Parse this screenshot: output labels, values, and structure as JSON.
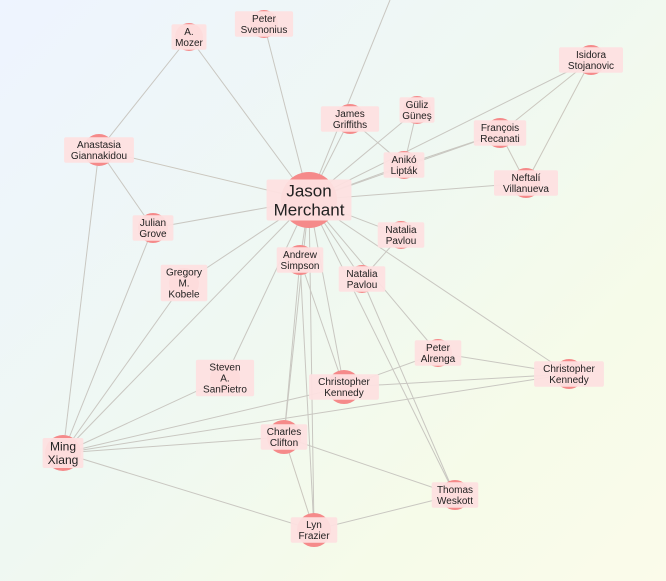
{
  "graph": {
    "nodes": [
      {
        "id": "a_mozer",
        "lines": [
          "A.",
          "Mozer"
        ]
      },
      {
        "id": "svenonius",
        "lines": [
          "Peter",
          "Svenonius"
        ]
      },
      {
        "id": "stojanovic",
        "lines": [
          "Isidora",
          "Stojanovic"
        ]
      },
      {
        "id": "giannakidou",
        "lines": [
          "Anastasia",
          "Giannakidou"
        ]
      },
      {
        "id": "griffiths",
        "lines": [
          "James",
          "Griffiths"
        ]
      },
      {
        "id": "gunes",
        "lines": [
          "Güliz",
          "Güneş"
        ]
      },
      {
        "id": "recanati",
        "lines": [
          "François",
          "Recanati"
        ]
      },
      {
        "id": "liptak",
        "lines": [
          "Anikó",
          "Lipták"
        ]
      },
      {
        "id": "villanueva",
        "lines": [
          "Neftalí",
          "Villanueva"
        ]
      },
      {
        "id": "merchant",
        "lines": [
          "Jason",
          "Merchant"
        ]
      },
      {
        "id": "grove",
        "lines": [
          "Julian",
          "Grove"
        ]
      },
      {
        "id": "pavlou1",
        "lines": [
          "Natalia",
          "Pavlou"
        ]
      },
      {
        "id": "simpson",
        "lines": [
          "Andrew",
          "Simpson"
        ]
      },
      {
        "id": "kobele",
        "lines": [
          "Gregory",
          "M.",
          "Kobele"
        ]
      },
      {
        "id": "pavlou2",
        "lines": [
          "Natalia",
          "Pavlou"
        ]
      },
      {
        "id": "alrenga",
        "lines": [
          "Peter",
          "Alrenga"
        ]
      },
      {
        "id": "sanpietro",
        "lines": [
          "Steven",
          "A.",
          "SanPietro"
        ]
      },
      {
        "id": "kennedy1",
        "lines": [
          "Christopher",
          "Kennedy"
        ]
      },
      {
        "id": "kennedy2",
        "lines": [
          "Christopher",
          "Kennedy"
        ]
      },
      {
        "id": "xiang",
        "lines": [
          "Ming",
          "Xiang"
        ]
      },
      {
        "id": "clifton",
        "lines": [
          "Charles",
          "Clifton"
        ]
      },
      {
        "id": "weskott",
        "lines": [
          "Thomas",
          "Weskott"
        ]
      },
      {
        "id": "frazier",
        "lines": [
          "Lyn",
          "Frazier"
        ]
      }
    ],
    "edges": [
      {
        "from": "merchant",
        "to": "a_mozer",
        "weight": 1
      },
      {
        "from": "merchant",
        "to": "svenonius",
        "weight": 1
      },
      {
        "from": "merchant",
        "to": "offscreen_top",
        "weight": 1
      },
      {
        "from": "merchant",
        "to": "giannakidou",
        "weight": 2
      },
      {
        "from": "merchant",
        "to": "griffiths",
        "weight": 1
      },
      {
        "from": "merchant",
        "to": "gunes",
        "weight": 1
      },
      {
        "from": "merchant",
        "to": "liptak",
        "weight": 1
      },
      {
        "from": "merchant",
        "to": "recanati",
        "weight": 1
      },
      {
        "from": "merchant",
        "to": "stojanovic",
        "weight": 1
      },
      {
        "from": "merchant",
        "to": "villanueva",
        "weight": 1
      },
      {
        "from": "merchant",
        "to": "grove",
        "weight": 1
      },
      {
        "from": "merchant",
        "to": "pavlou1",
        "weight": 1
      },
      {
        "from": "merchant",
        "to": "simpson",
        "weight": 1
      },
      {
        "from": "merchant",
        "to": "kobele",
        "weight": 1
      },
      {
        "from": "merchant",
        "to": "pavlou2",
        "weight": 1
      },
      {
        "from": "merchant",
        "to": "alrenga",
        "weight": 1
      },
      {
        "from": "merchant",
        "to": "kennedy2",
        "weight": 1
      },
      {
        "from": "merchant",
        "to": "kennedy1",
        "weight": 1
      },
      {
        "from": "merchant",
        "to": "sanpietro",
        "weight": 1
      },
      {
        "from": "merchant",
        "to": "xiang",
        "weight": 1
      },
      {
        "from": "merchant",
        "to": "clifton",
        "weight": 1
      },
      {
        "from": "merchant",
        "to": "frazier",
        "weight": 1
      },
      {
        "from": "merchant",
        "to": "weskott",
        "weight": 1
      },
      {
        "from": "a_mozer",
        "to": "giannakidou",
        "weight": 1
      },
      {
        "from": "giannakidou",
        "to": "grove",
        "weight": 1
      },
      {
        "from": "giannakidou",
        "to": "xiang",
        "weight": 1
      },
      {
        "from": "grove",
        "to": "xiang",
        "weight": 1
      },
      {
        "from": "kobele",
        "to": "xiang",
        "weight": 1
      },
      {
        "from": "sanpietro",
        "to": "xiang",
        "weight": 1
      },
      {
        "from": "kennedy1",
        "to": "xiang",
        "weight": 1
      },
      {
        "from": "clifton",
        "to": "xiang",
        "weight": 1
      },
      {
        "from": "frazier",
        "to": "xiang",
        "weight": 1
      },
      {
        "from": "kennedy2",
        "to": "xiang",
        "weight": 1
      },
      {
        "from": "stojanovic",
        "to": "recanati",
        "weight": 2
      },
      {
        "from": "stojanovic",
        "to": "villanueva",
        "weight": 2
      },
      {
        "from": "recanati",
        "to": "villanueva",
        "weight": 2
      },
      {
        "from": "griffiths",
        "to": "liptak",
        "weight": 1
      },
      {
        "from": "gunes",
        "to": "liptak",
        "weight": 1
      },
      {
        "from": "liptak",
        "to": "recanati",
        "weight": 1
      },
      {
        "from": "pavlou1",
        "to": "pavlou2",
        "weight": 1
      },
      {
        "from": "alrenga",
        "to": "kennedy1",
        "weight": 1
      },
      {
        "from": "alrenga",
        "to": "kennedy2",
        "weight": 1
      },
      {
        "from": "kennedy1",
        "to": "kennedy2",
        "weight": 1
      },
      {
        "from": "clifton",
        "to": "frazier",
        "weight": 8
      },
      {
        "from": "clifton",
        "to": "weskott",
        "weight": 1
      },
      {
        "from": "frazier",
        "to": "weskott",
        "weight": 1
      },
      {
        "from": "simpson",
        "to": "frazier",
        "weight": 1
      },
      {
        "from": "simpson",
        "to": "kennedy1",
        "weight": 1
      },
      {
        "from": "simpson",
        "to": "clifton",
        "weight": 1
      },
      {
        "from": "pavlou2",
        "to": "weskott",
        "weight": 1
      }
    ]
  }
}
